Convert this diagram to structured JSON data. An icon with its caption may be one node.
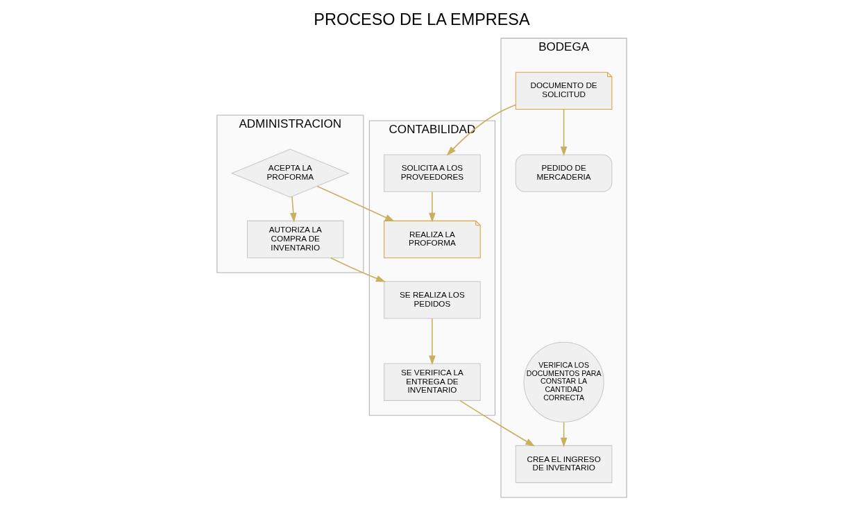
{
  "diagram": {
    "title": "PROCESO DE LA EMPRESA",
    "nodes": [
      {
        "text": [
          "ADMINISTRACION"
        ]
      },
      {
        "text": [
          "CONTABILIDAD"
        ]
      },
      {
        "text": [
          "BODEGA"
        ]
      },
      {
        "text": [
          "PEDIDO DE MERCADERIA"
        ],
        "in": 2
      },
      {
        "text": [
          "SOLICITA A LOS PROVEEDORES"
        ],
        "in": 1
      },
      {
        "text": [
          "DOCUMENTO DE SOLICITUD"
        ],
        "in": 2
      },
      {
        "text": [
          "ACEPTA LA PROFORMA"
        ],
        "in": 0
      },
      {
        "text": [
          "REALIZA LA PROFORMA"
        ],
        "in": 1
      },
      {
        "text": [
          "AUTORIZA LA COMPRA DE INVENTARIO"
        ],
        "in": 0
      },
      {
        "text": [
          "SE REALIZA LOS PEDIDOS"
        ],
        "in": 1
      },
      {
        "text": [
          "SE VERIFICA LA ENTREGA DE INVENTARIO"
        ],
        "in": 1
      },
      {
        "text": [
          "CREA EL INGRESO DE INVENTARIO"
        ],
        "in": 2
      },
      {
        "text": [
          "VERIFICA LOS DOCUMENTOS PARA CONSTAR LA CANTIDAD CORRECTA"
        ],
        "in": 2
      }
    ],
    "edges": [
      {
        "from": 5,
        "to": 3,
        "arrow": "to"
      },
      {
        "from": 5,
        "to": 4,
        "arrow": "to"
      },
      {
        "from": 4,
        "to": 7,
        "arrow": "to"
      },
      {
        "from": 6,
        "to": 7,
        "arrow": "to"
      },
      {
        "from": 6,
        "to": 8,
        "arrow": "to"
      },
      {
        "from": 8,
        "to": 9,
        "arrow": "to"
      },
      {
        "from": 9,
        "to": 10,
        "arrow": "to"
      },
      {
        "from": 10,
        "to": 11,
        "arrow": "to"
      },
      {
        "from": 12,
        "to": 11,
        "arrow": "to"
      }
    ]
  }
}
